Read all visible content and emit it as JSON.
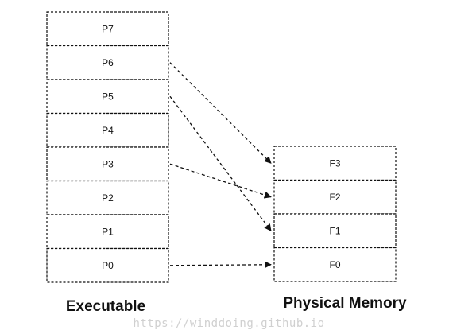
{
  "executable": {
    "caption": "Executable",
    "pages": [
      "P7",
      "P6",
      "P5",
      "P4",
      "P3",
      "P2",
      "P1",
      "P0"
    ]
  },
  "physical_memory": {
    "caption": "Physical Memory",
    "frames": [
      "F3",
      "F2",
      "F1",
      "F0"
    ]
  },
  "mappings": [
    {
      "page": "P6",
      "frame": "F3"
    },
    {
      "page": "P5",
      "frame": "F1"
    },
    {
      "page": "P3",
      "frame": "F2"
    },
    {
      "page": "P0",
      "frame": "F0"
    }
  ],
  "watermark": "https://winddoing.github.io",
  "colors": {
    "ink": "#111111",
    "watermark": "#d0d0d0"
  }
}
